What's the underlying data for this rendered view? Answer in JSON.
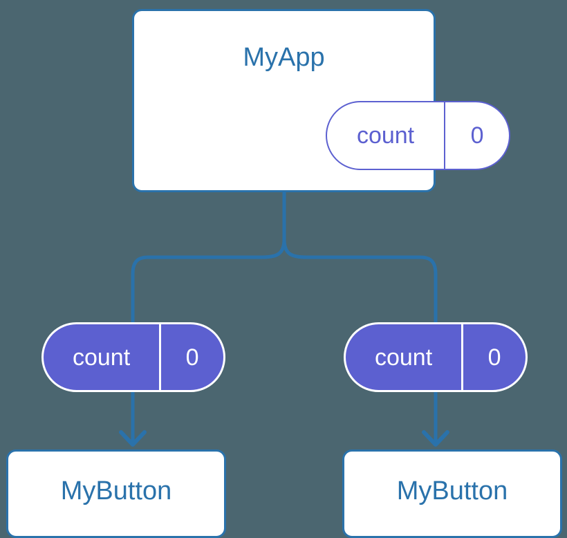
{
  "theme": {
    "background": "#4b6670",
    "component_border": "#2a72ab",
    "component_text": "#2a72ab",
    "component_fill": "#ffffff",
    "state_accent": "#5c60d0",
    "state_text_on_fill": "#ffffff",
    "connector": "#2a72ab"
  },
  "diagram": {
    "type": "component-state-tree",
    "root": {
      "name": "root-component",
      "title": "MyApp",
      "state": {
        "key": "count",
        "value": "0",
        "style": "outline"
      }
    },
    "children": [
      {
        "name": "child-left",
        "state": {
          "key": "count",
          "value": "0",
          "style": "filled"
        },
        "title": "MyButton"
      },
      {
        "name": "child-right",
        "state": {
          "key": "count",
          "value": "0",
          "style": "filled"
        },
        "title": "MyButton"
      }
    ],
    "connectors": {
      "fork_label": "state-propagation-fork",
      "arrow_label": "state-to-component-arrow"
    }
  }
}
